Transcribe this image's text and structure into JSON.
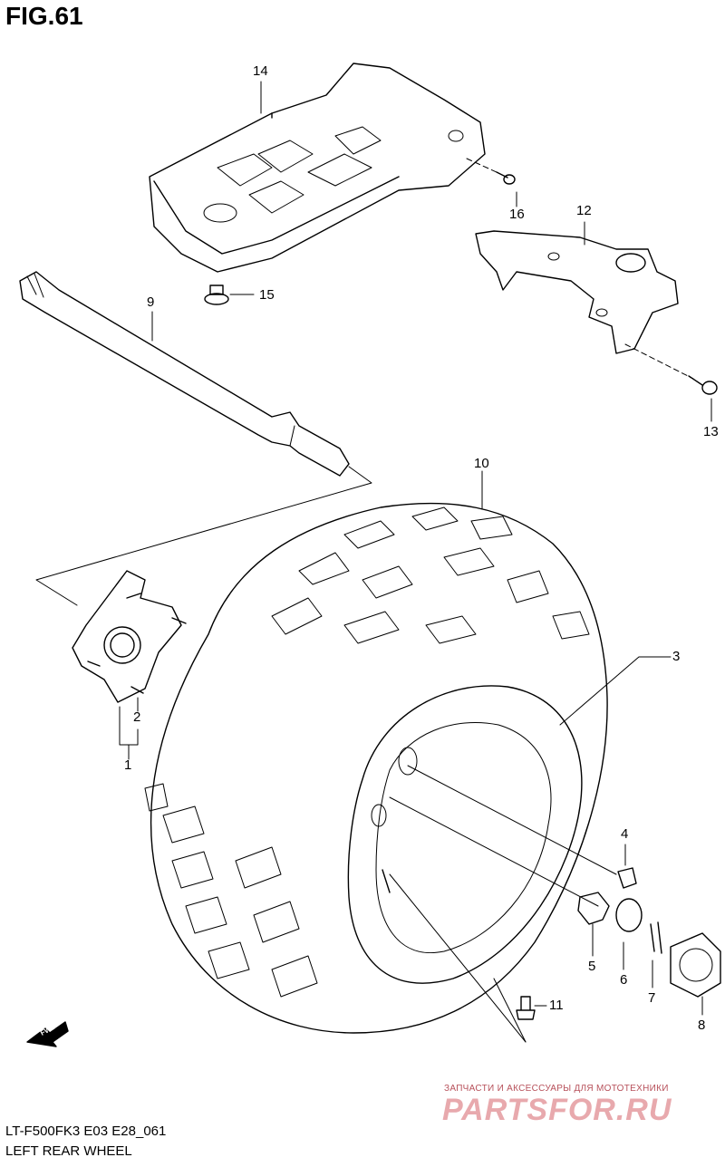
{
  "figure": {
    "title": "FIG.61",
    "code": "LT-F500FK3 E03 E28_061",
    "caption": "LEFT REAR WHEEL"
  },
  "callouts": [
    {
      "id": "c14",
      "label": "14"
    },
    {
      "id": "c16",
      "label": "16"
    },
    {
      "id": "c12",
      "label": "12"
    },
    {
      "id": "c9",
      "label": "9"
    },
    {
      "id": "c15",
      "label": "15"
    },
    {
      "id": "c13",
      "label": "13"
    },
    {
      "id": "c10",
      "label": "10"
    },
    {
      "id": "c3",
      "label": "3"
    },
    {
      "id": "c2",
      "label": "2"
    },
    {
      "id": "c1",
      "label": "1"
    },
    {
      "id": "c4",
      "label": "4"
    },
    {
      "id": "c5",
      "label": "5"
    },
    {
      "id": "c6",
      "label": "6"
    },
    {
      "id": "c7",
      "label": "7"
    },
    {
      "id": "c8",
      "label": "8"
    },
    {
      "id": "c11",
      "label": "11"
    }
  ],
  "fwd_marker": "FWD",
  "watermark": {
    "tagline": "ЗАПЧАСТИ И АКСЕССУАРЫ ДЛЯ МОТОТЕХНИКИ",
    "brand": "PARTSFOR.RU"
  }
}
